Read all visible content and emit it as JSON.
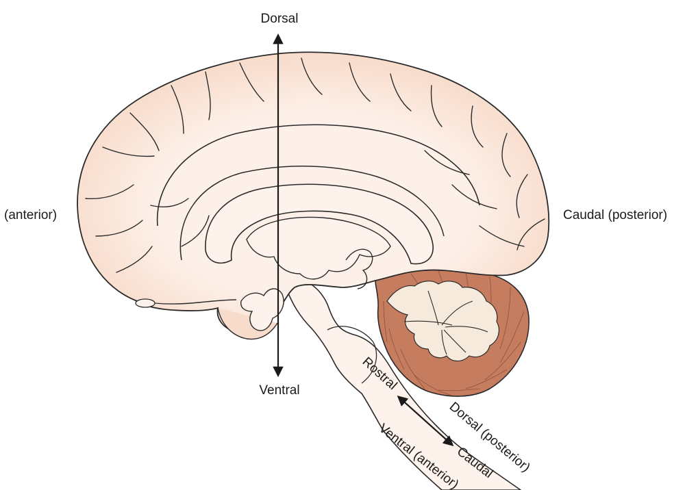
{
  "labels": {
    "dorsal": "Dorsal",
    "ventral": "Ventral",
    "anterior": "(anterior)",
    "caudal_posterior": "Caudal (posterior)",
    "rostral": "Rostral",
    "caudal": "Caudal",
    "dorsal_posterior": "Dorsal (posterior)",
    "ventral_anterior": "Ventral (anterior)"
  },
  "colors": {
    "cortex_fill": "#f8dccb",
    "cortex_glow": "#fbe6da",
    "inner_fill": "#fdf3ec",
    "cerebellum_fill": "#c67c5e",
    "arbor_fill": "#f5eadb",
    "outline": "#2a2a2a"
  }
}
